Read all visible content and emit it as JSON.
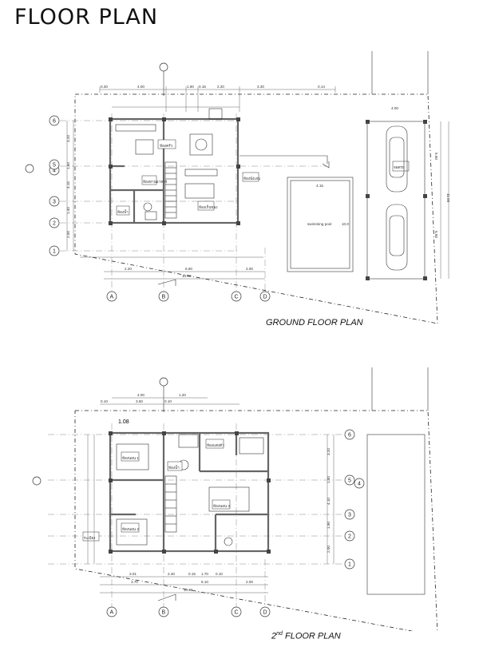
{
  "title": "FLOOR PLAN",
  "ground": {
    "caption": "GROUND FLOOR PLAN",
    "grid_letters": [
      "A",
      "B",
      "C",
      "D"
    ],
    "grid_numbers": [
      "1",
      "2",
      "3",
      "4",
      "5",
      "6"
    ],
    "top_dims": [
      "0.30",
      "4.00",
      "1.60",
      "0.15",
      "2.20",
      "3.30",
      "0.14",
      "4.00"
    ],
    "bottom_dims": [
      "2.20",
      "6.60",
      "10.00",
      "2.00"
    ],
    "row_dims": [
      "3.20",
      "1.60",
      "4.15",
      "1.40",
      "2.00"
    ],
    "right_dims": [
      "5.50",
      "11.00",
      "5.50"
    ],
    "pool_label": "swimming pool",
    "pool_dims": [
      "4.15",
      "10.0"
    ],
    "rooms": [
      "ห้องครัว",
      "ห้องนั่งเล่น",
      "ห้องทานอาหาร",
      "ห้องน้ำ",
      "ห้องเก็บของ",
      "จอดรถ"
    ]
  },
  "second": {
    "caption_main": "2",
    "caption_sup": "nd",
    "caption_rest": " FLOOR PLAN",
    "grid_letters": [
      "A",
      "B",
      "C",
      "D"
    ],
    "grid_numbers": [
      "1",
      "2",
      "3",
      "4",
      "5",
      "6"
    ],
    "top_dims": [
      "0.10",
      "4.00",
      "1.20",
      "3.60",
      "0.10"
    ],
    "bottom_dims": [
      "3.01",
      "2.40",
      "0.15",
      "1.70",
      "0.10",
      "3.70",
      "6.10",
      "2.00",
      "10.65"
    ],
    "row_dims": [
      "3.20",
      "1.40",
      "4.10",
      "1.90",
      "2.00"
    ],
    "label_108": "1.08",
    "rooms": [
      "ห้องนอน 1",
      "ห้องนอน 2",
      "ห้องนอน 3",
      "ห้องน้ำ",
      "ห้องแต่งตัว",
      "ระเบียง"
    ]
  }
}
